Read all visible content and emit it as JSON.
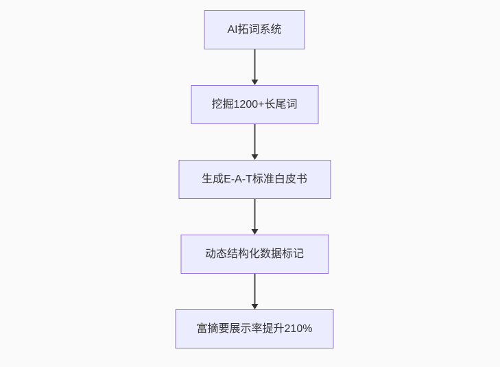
{
  "diagram": {
    "type": "flowchart",
    "direction": "top-down",
    "background_color": "#fafafa",
    "node_fill_color": "#ECECFF",
    "node_border_color": "#9370DB",
    "node_text_color": "#333333",
    "arrow_color": "#333333",
    "nodes": [
      {
        "label": "AI拓词系统"
      },
      {
        "label": "挖掘1200+长尾词"
      },
      {
        "label": "生成E-A-T标准白皮书"
      },
      {
        "label": "动态结构化数据标记"
      },
      {
        "label": "富摘要展示率提升210%"
      }
    ],
    "edges": [
      {
        "from": 0,
        "to": 1
      },
      {
        "from": 1,
        "to": 2
      },
      {
        "from": 2,
        "to": 3
      },
      {
        "from": 3,
        "to": 4
      }
    ]
  }
}
